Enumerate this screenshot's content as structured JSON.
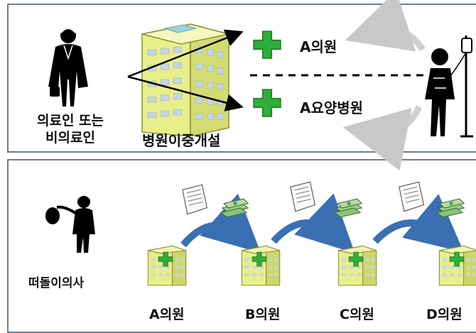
{
  "top_panel": {
    "person_label_line1": "의료인 또는",
    "person_label_line2": "비의료인",
    "building_label": "병원이중개설",
    "clinic_label": "A의원",
    "hospital_label": "A요양병원"
  },
  "bottom_panel": {
    "doctor_label": "떠돌이의사",
    "clinics": [
      "A의원",
      "B의원",
      "C의원",
      "D의원"
    ]
  },
  "colors": {
    "border": "#6f7c90",
    "cross": "#2fae3a",
    "building": "#e8ee8a",
    "arrow_blue": "#3a6fb3",
    "gray_arrow": "#c8c8c8"
  },
  "icons": {
    "person": "person-silhouette-icon",
    "building": "building-icon",
    "cross": "medical-cross-icon",
    "patient": "patient-iv-icon",
    "document": "document-icon",
    "money": "money-stack-icon",
    "curved_arrow": "curved-arrow-icon"
  }
}
